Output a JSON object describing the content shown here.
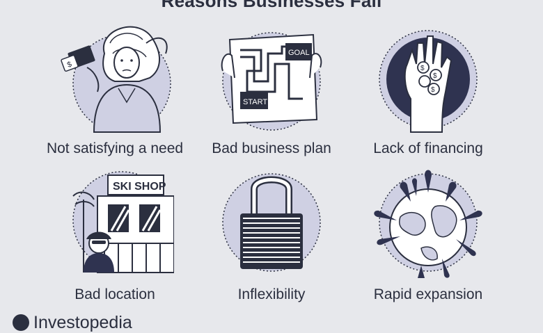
{
  "title": "Reasons Businesses Fail",
  "items": [
    {
      "label": "Not satisfying a need",
      "icon": "person-holding-card-icon"
    },
    {
      "label": "Bad business plan",
      "icon": "start-goal-maze-map-icon"
    },
    {
      "label": "Lack of financing",
      "icon": "hand-with-coins-icon"
    },
    {
      "label": "Bad location",
      "icon": "ski-shop-storefront-icon"
    },
    {
      "label": "Inflexibility",
      "icon": "padlock-icon"
    },
    {
      "label": "Rapid expansion",
      "icon": "globe-with-pins-icon"
    }
  ],
  "illustration_text": {
    "ski_shop_sign": "SKI SHOP",
    "map_start": "START",
    "map_goal": "GOAL",
    "coin_symbol": "$",
    "card_symbol": "$"
  },
  "brand": {
    "name": "Investopedia"
  },
  "colors": {
    "background": "#e7e8ec",
    "ink": "#2b2f3f",
    "circle_fill": "#cfd0e3",
    "dark_circle": "#2f3350",
    "white": "#ffffff"
  }
}
